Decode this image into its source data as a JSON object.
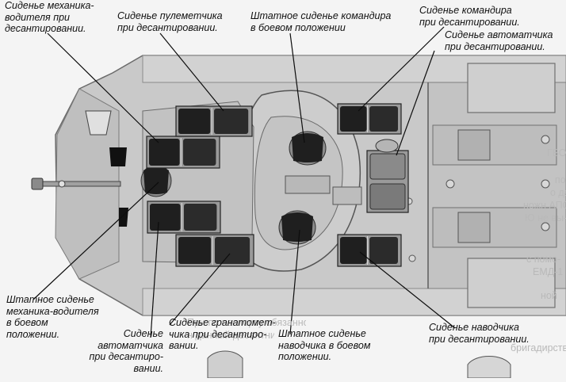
{
  "labels": {
    "driver_landing": "Сиденье механика-\nводителя при\nдесантировании.",
    "gunner_mg_landing": "Сиденье пулеметчика\nпри десантировании.",
    "commander_combat": "Штатное сиденье командира\nв боевом положении",
    "commander_landing": "Сиденье командира\nпри десантировании.",
    "rifleman_right_landing": "Сиденье автоматчика\nпри десантировании.",
    "driver_combat": "Штатное сиденье\nмеханика-водителя\nв боевом\nположении.",
    "rifleman_left_landing": "Сиденье\nавтоматчика\nпри десантиро-\nвании.",
    "grenadier_landing": "Сиденье гранатомет-\nчика при десантиро-\nвании.",
    "gunner_combat": "Штатное сиденье\nнаводчика в боевом\nположении.",
    "gunner_landing": "Сиденье наводчика\nпри десантировании."
  },
  "background_text": {
    "right_margin": [
      "ГБО",
      "по",
      "о дал",
      "ножн АПО",
      "Ю не вы-",
      "с помо-",
      "ЕМД-1",
      "ной"
    ],
    "bottom_lines": [
      "При         по паспорту обязанности",
      "н данный десантник. Зрелости вещи оповещения сидений-",
      "          бригадирства до десантирования бойцы высаживаются с отряде"
    ]
  },
  "colors": {
    "hull": "#c9c9c9",
    "hull_light": "#d6d6d6",
    "panel": "#b7b7b7",
    "seat": "#1f1f1f",
    "line": "#0d0d0d",
    "text": "#111111",
    "bg_text": "#b9b9b9"
  }
}
